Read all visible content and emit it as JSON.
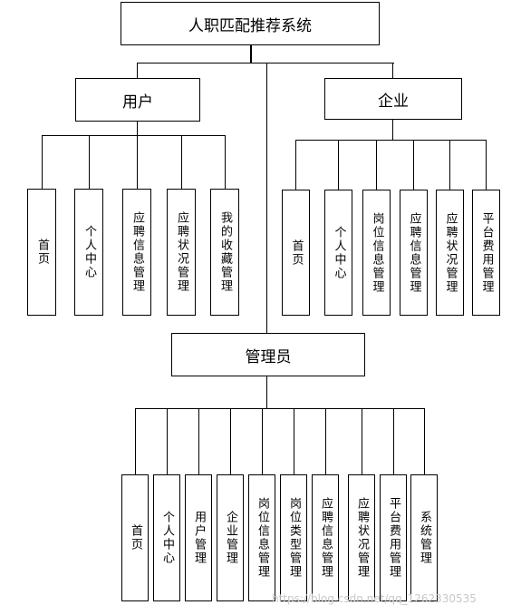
{
  "title": "人职匹配推荐系统",
  "roles": {
    "user": {
      "label": "用户",
      "modules": [
        "首页",
        "个人中心",
        "应聘信息管理",
        "应聘状况管理",
        "我的收藏管理"
      ]
    },
    "company": {
      "label": "企业",
      "modules": [
        "首页",
        "个人中心",
        "岗位信息管理",
        "应聘信息管理",
        "应聘状况管理",
        "平台费用管理"
      ]
    },
    "admin": {
      "label": "管理员",
      "modules": [
        "首页",
        "个人中心",
        "用户管理",
        "企业管理",
        "岗位信息管理",
        "岗位类型管理",
        "应聘信息管理",
        "应聘状况管理",
        "平台费用管理",
        "系统管理"
      ]
    }
  },
  "watermark": "https://blog.csdn.net/qq_1262330535"
}
